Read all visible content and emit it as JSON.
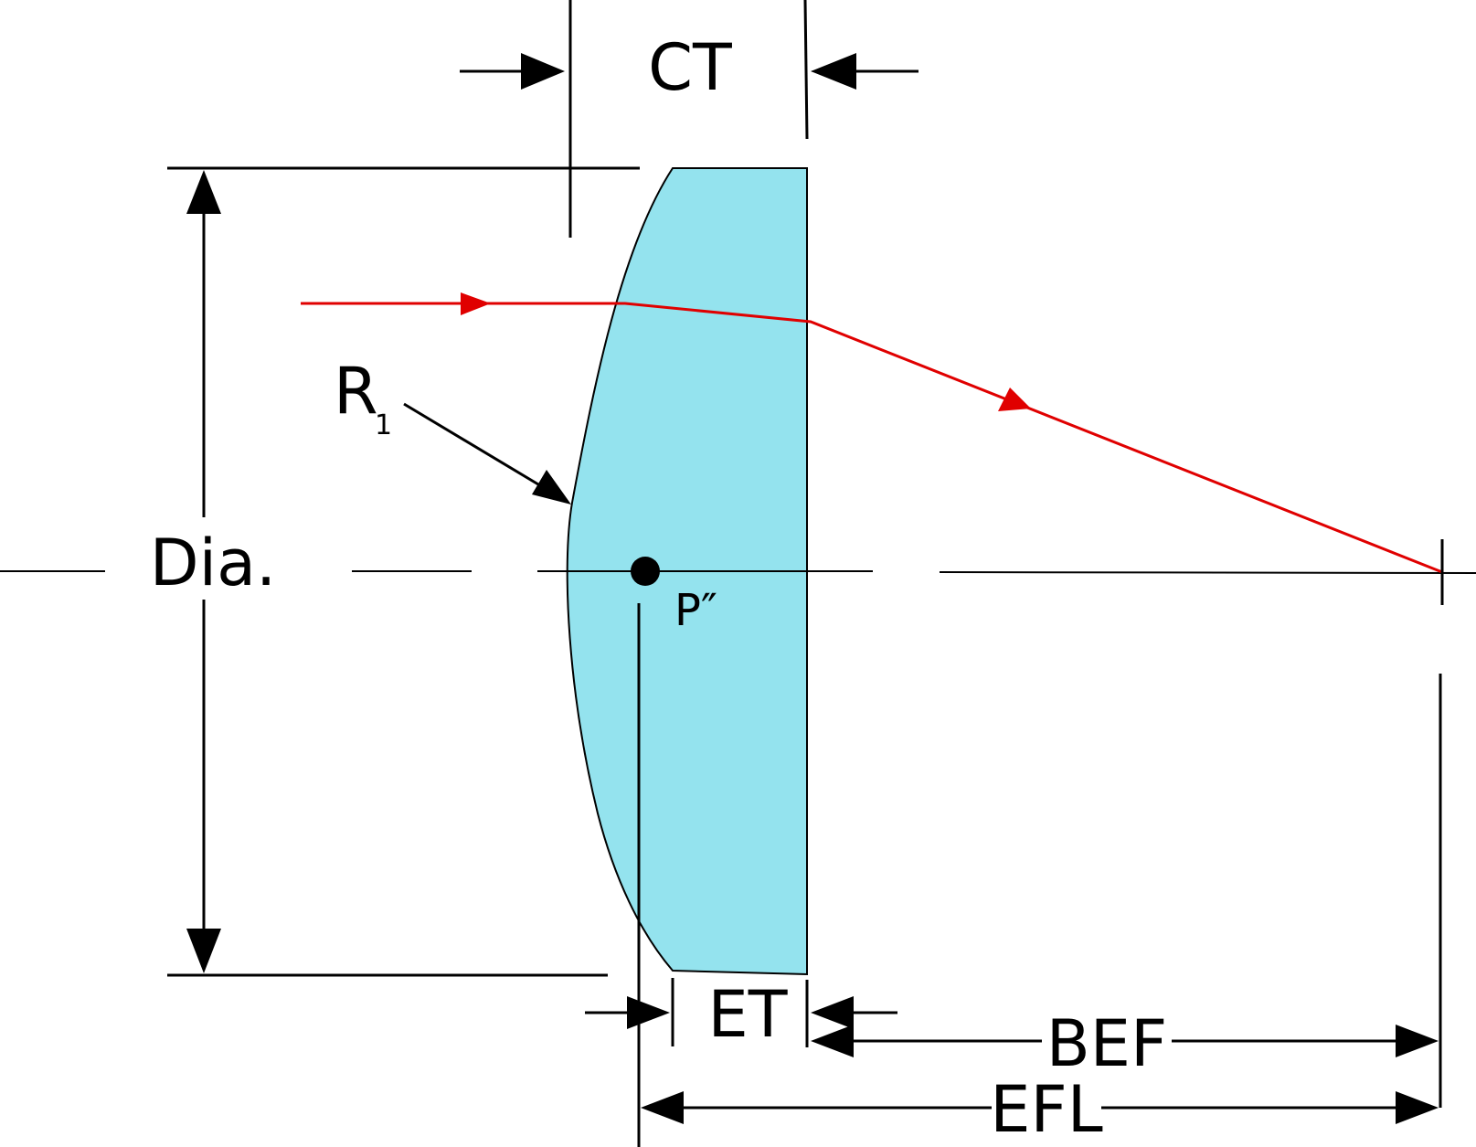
{
  "labels": {
    "ct": "CT",
    "et": "ET",
    "dia": "Dia.",
    "r": "R",
    "r_sub": "1",
    "p": "P″",
    "bef": "BEF",
    "efl": "EFL"
  },
  "colors": {
    "lens_fill": "#94e3ee",
    "ray": "#e00000",
    "line": "#000000"
  }
}
